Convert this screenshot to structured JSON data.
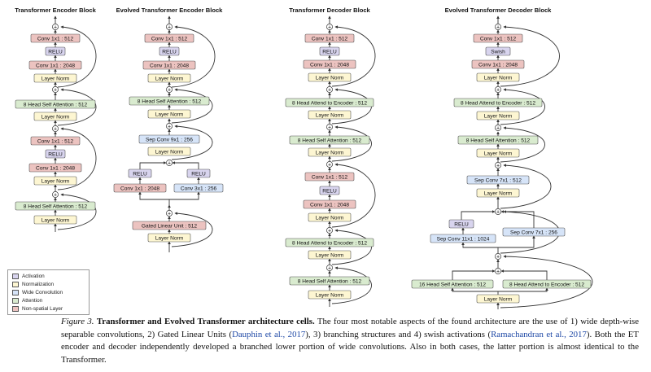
{
  "titles": {
    "t1": "Transformer Encoder Block",
    "t2": "Evolved Transformer Encoder Block",
    "t3": "Transformer Decoder Block",
    "t4": "Evolved Transformer Decoder Block"
  },
  "labels": {
    "conv1x1_512": "Conv 1x1 : 512",
    "relu": "RELU",
    "conv1x1_2048": "Conv 1x1 : 2048",
    "layer_norm": "Layer Norm",
    "head8_self_att": "8 Head Self Attention : 512",
    "sep_conv9x1": "Sep Conv 9x1 : 256",
    "conv3x1_256": "Conv 3x1 : 256",
    "gated_linear": "Gated Linear Unit : 512",
    "head8_attend_enc": "8 Head Attend to Encoder : 512",
    "swish": "Swish",
    "sep_conv7x1_512": "Sep Conv 7x1 : 512",
    "sep_conv11x1": "Sep Conv 11x1 : 1024",
    "sep_conv7x1_256": "Sep Conv 7x1 : 256",
    "head16_self_att": "16 Head Self Attention : 512",
    "plus": "+"
  },
  "legend": [
    {
      "label": "Activation",
      "color": "#d8d4ee"
    },
    {
      "label": "Normalization",
      "color": "#fdf6d2"
    },
    {
      "label": "Wide Convolution",
      "color": "#d6e4f8"
    },
    {
      "label": "Attention",
      "color": "#d9ebcf"
    },
    {
      "label": "Non-spatial Layer",
      "color": "#ecc3c0"
    }
  ],
  "colors": {
    "activation": "#d8d4ee",
    "normalization": "#fdf6d2",
    "wide_conv": "#d6e4f8",
    "attention": "#d9ebcf",
    "non_spatial": "#ecc3c0"
  },
  "caption": {
    "fig_label": "Figure 3.",
    "bold": "Transformer and Evolved Transformer architecture cells.",
    "text_a": " The four most notable aspects of the found architecture are the use of 1) wide depth-wise separable convolutions, 2) Gated Linear Units (",
    "cite1": "Dauphin et al., 2017",
    "text_b": "), 3) branching structures and 4) swish activations (",
    "cite2": "Ramachandran et al., 2017",
    "text_c": "). Both the ET encoder and decoder independently developed a branched lower portion of wide convolutions. Also in both cases, the latter portion is almost identical to the Transformer."
  }
}
